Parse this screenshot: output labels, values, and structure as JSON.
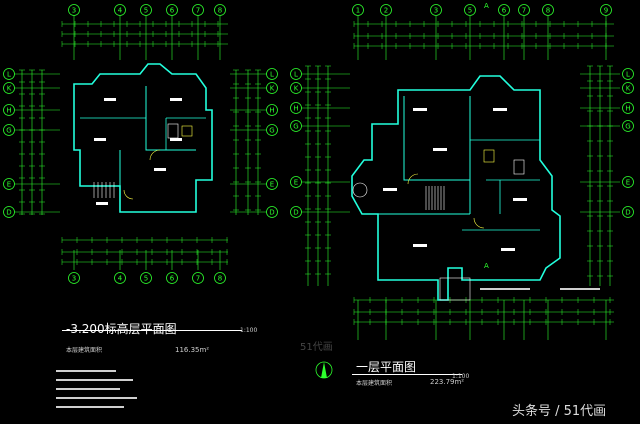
{
  "plans": [
    {
      "title": "-3.200标高层平面图",
      "scale": "1:100",
      "area_label": "本层建筑面积",
      "area_value": "116.35m²"
    },
    {
      "title": "一层平面图",
      "scale": "1:100",
      "area_label": "本层建筑面积",
      "area_value": "223.79m²"
    }
  ],
  "grid_cols_left": [
    "3",
    "4",
    "5",
    "6",
    "7",
    "8"
  ],
  "grid_cols_right": [
    "1",
    "2",
    "3",
    "5",
    "6",
    "7",
    "8",
    "9"
  ],
  "grid_rows": [
    "L",
    "K",
    "H",
    "G",
    "E",
    "D"
  ],
  "watermark": "头条号 / 51代画",
  "logo_text": "51代画",
  "colors": {
    "wall": "#22ffdd",
    "dim": "#2dff2d",
    "text": "#ffffff",
    "door": "#ffff44",
    "accent": "#ff4444"
  }
}
